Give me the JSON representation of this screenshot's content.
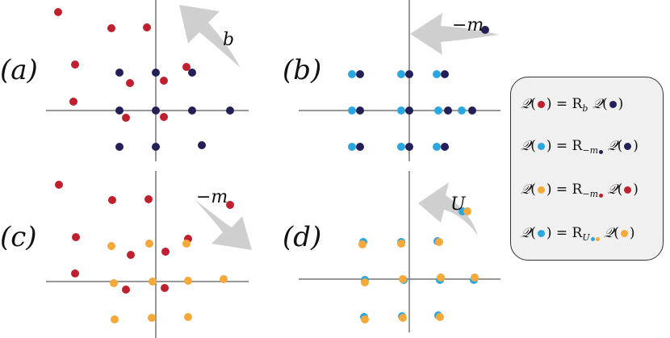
{
  "colors": {
    "red": "#c0202e",
    "navy": "#232058",
    "cyan": "#2aa6e0",
    "orange": "#f5a93a",
    "axis": "#777777",
    "arrow": "#cfcfcf"
  },
  "panels": [
    {
      "label": "(a)",
      "arrow_label": "b"
    },
    {
      "label": "(b)",
      "arrow_label": "−m"
    },
    {
      "label": "(c)",
      "arrow_label": "−m"
    },
    {
      "label": "(d)",
      "arrow_label": "U"
    }
  ],
  "legend": {
    "rows": [
      {
        "lhs_dot": "red",
        "eq": "= R",
        "sub": "b",
        "sub_dot": null,
        "rhs_dot": "navy"
      },
      {
        "lhs_dot": "cyan",
        "eq": "= R",
        "sub": "−m",
        "sub_dot": "navy",
        "rhs_dot": "navy"
      },
      {
        "lhs_dot": "orange",
        "eq": "= R",
        "sub": "−m",
        "sub_dot": "red",
        "rhs_dot": "red"
      },
      {
        "lhs_dot": "cyan",
        "eq": "= R",
        "sub": "U",
        "sub_dot": "cyan-orange",
        "rhs_dot": "orange"
      }
    ],
    "symbol": "𝒬"
  }
}
